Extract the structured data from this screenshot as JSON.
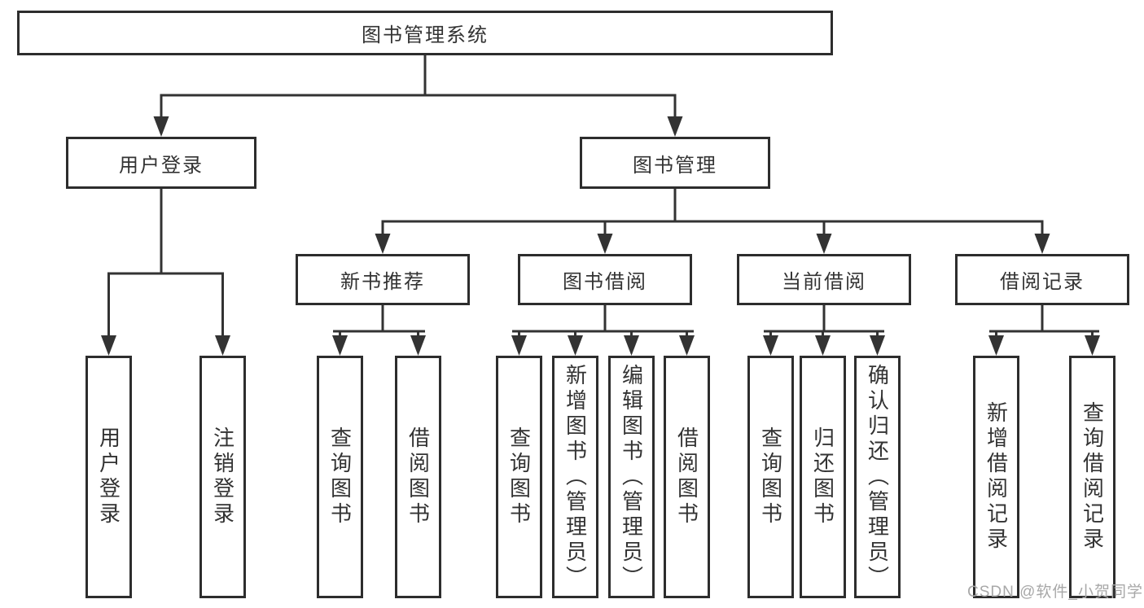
{
  "nodes": {
    "root": {
      "label": "图书管理系统"
    },
    "level2": [
      {
        "label": "用户登录"
      },
      {
        "label": "图书管理"
      }
    ],
    "level3": [
      {
        "label": "新书推荐"
      },
      {
        "label": "图书借阅"
      },
      {
        "label": "当前借阅"
      },
      {
        "label": "借阅记录"
      }
    ],
    "leaves": [
      {
        "parent": "用户登录",
        "label": "用户登录"
      },
      {
        "parent": "用户登录",
        "label": "注销登录"
      },
      {
        "parent": "新书推荐",
        "label": "查询图书"
      },
      {
        "parent": "新书推荐",
        "label": "借阅图书"
      },
      {
        "parent": "图书借阅",
        "label": "查询图书"
      },
      {
        "parent": "图书借阅",
        "label": "新增图书（管理员）"
      },
      {
        "parent": "图书借阅",
        "label": "编辑图书（管理员）"
      },
      {
        "parent": "图书借阅",
        "label": "借阅图书"
      },
      {
        "parent": "当前借阅",
        "label": "查询图书"
      },
      {
        "parent": "当前借阅",
        "label": "归还图书"
      },
      {
        "parent": "当前借阅",
        "label": "确认归还（管理员）"
      },
      {
        "parent": "借阅记录",
        "label": "新增借阅记录"
      },
      {
        "parent": "借阅记录",
        "label": "查询借阅记录"
      }
    ]
  },
  "watermark": {
    "text": "CSDN @软件_小贺同学"
  },
  "colors": {
    "line": "#333333",
    "box_border": "#2d2d2d",
    "text": "#333333",
    "watermark": "#a8a8a8",
    "background": "#ffffff"
  }
}
